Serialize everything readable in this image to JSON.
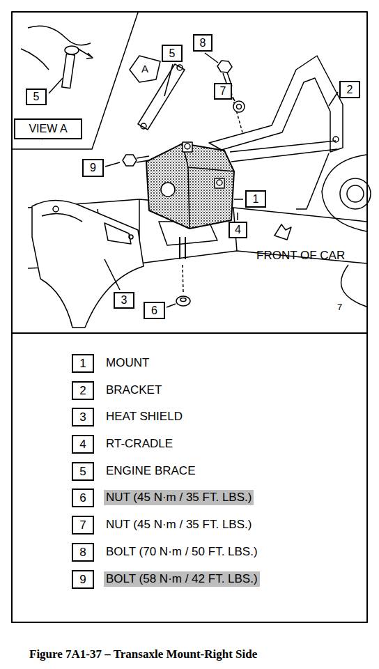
{
  "diagram": {
    "caption": "Figure 7A1-37 – Transaxle Mount-Right Side",
    "nodes": [
      {
        "text": [
          "8"
        ]
      },
      {
        "text": [
          "5"
        ]
      },
      {
        "text": [
          "2"
        ]
      },
      {
        "text": [
          "7"
        ]
      },
      {
        "text": [
          "5"
        ]
      },
      {
        "text": [
          "VIEW A"
        ]
      },
      {
        "text": [
          "9"
        ]
      },
      {
        "text": [
          "1"
        ]
      },
      {
        "text": [
          "4"
        ]
      },
      {
        "text": [
          "3"
        ]
      },
      {
        "text": [
          "6"
        ]
      },
      {
        "text": [
          "1"
        ]
      },
      {
        "text": [
          "2"
        ]
      },
      {
        "text": [
          "3"
        ]
      },
      {
        "text": [
          "4"
        ]
      },
      {
        "text": [
          "5"
        ]
      },
      {
        "text": [
          "6"
        ]
      },
      {
        "text": [
          "7"
        ]
      },
      {
        "text": [
          "8"
        ]
      },
      {
        "text": [
          "9"
        ]
      }
    ],
    "labels": [
      "A",
      "FRONT OF CAR",
      "7",
      "MOUNT",
      "BRACKET",
      "HEAT SHIELD",
      "RT-CRADLE",
      "ENGINE BRACE",
      "NUT (45 N·m / 35 FT. LBS.)",
      "NUT (45 N·m / 35 FT. LBS.)",
      "BOLT (70 N·m / 50 FT. LBS.)",
      "BOLT (58 N·m / 42 FT. LBS.)"
    ]
  }
}
